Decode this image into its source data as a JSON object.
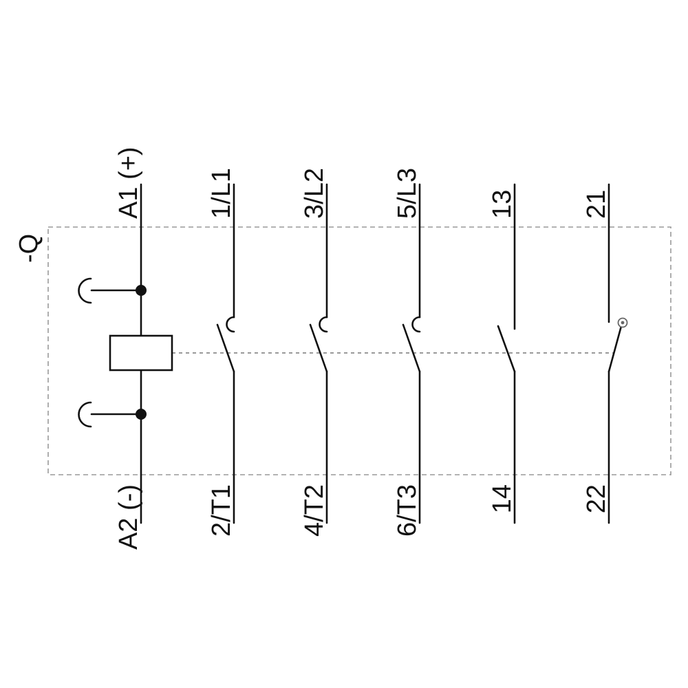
{
  "device": {
    "designation": "-Q"
  },
  "terminals": {
    "top": [
      {
        "id": "A1",
        "label": "A1 (+)"
      },
      {
        "id": "1L1",
        "label": "1/L1"
      },
      {
        "id": "3L2",
        "label": "3/L2"
      },
      {
        "id": "5L3",
        "label": "5/L3"
      },
      {
        "id": "13",
        "label": "13"
      },
      {
        "id": "21",
        "label": "21"
      }
    ],
    "bottom": [
      {
        "id": "A2",
        "label": "A2 (-)"
      },
      {
        "id": "2T1",
        "label": "2/T1"
      },
      {
        "id": "4T2",
        "label": "4/T2"
      },
      {
        "id": "6T3",
        "label": "6/T3"
      },
      {
        "id": "14",
        "label": "14"
      },
      {
        "id": "22",
        "label": "22"
      }
    ]
  },
  "colors": {
    "background": "#ffffff",
    "line": "#111111",
    "label": "#111111",
    "boundary": "#999999",
    "mechanical_link": "#999999",
    "contact_pivot": "#666666"
  }
}
